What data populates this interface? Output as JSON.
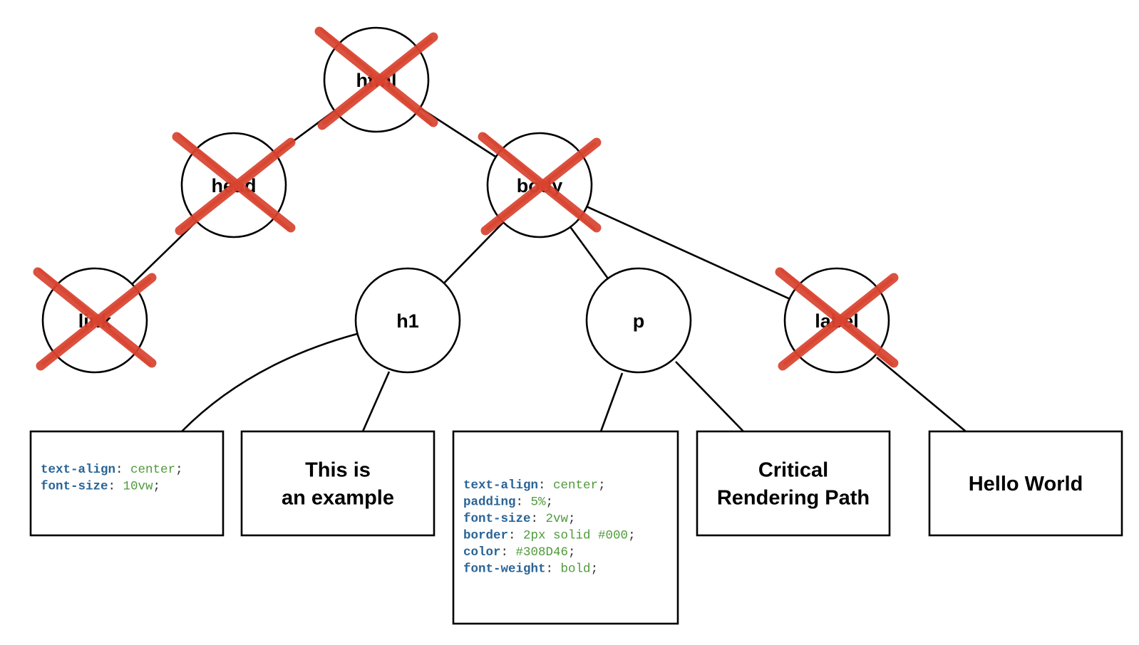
{
  "colors": {
    "stroke": "#000000",
    "cross": "#d9432f",
    "css_property": "#2a6496",
    "css_value": "#4e9a3a",
    "css_punct": "#333333"
  },
  "nodes": [
    {
      "id": "html",
      "label": "html",
      "removed": true
    },
    {
      "id": "head",
      "label": "head",
      "removed": true
    },
    {
      "id": "body",
      "label": "body",
      "removed": true
    },
    {
      "id": "link",
      "label": "link",
      "removed": true
    },
    {
      "id": "h1",
      "label": "h1",
      "removed": false
    },
    {
      "id": "p",
      "label": "p",
      "removed": false
    },
    {
      "id": "label",
      "label": "label",
      "removed": true
    }
  ],
  "boxes": [
    {
      "id": "h1-style",
      "type": "css",
      "lines": [
        {
          "prop": "text-align",
          "value": "center"
        },
        {
          "prop": "font-size",
          "value": "10vw"
        }
      ]
    },
    {
      "id": "h1-text",
      "type": "text",
      "lines": [
        "This is",
        "an example"
      ]
    },
    {
      "id": "p-style",
      "type": "css",
      "lines": [
        {
          "prop": "text-align",
          "value": "center"
        },
        {
          "prop": "padding",
          "value": "5%"
        },
        {
          "prop": "font-size",
          "value": "2vw"
        },
        {
          "prop": "border",
          "value": "2px solid #000"
        },
        {
          "prop": "color",
          "value": "#308D46"
        },
        {
          "prop": "font-weight",
          "value": "bold"
        }
      ]
    },
    {
      "id": "p-text",
      "type": "text",
      "lines": [
        "Critical",
        "Rendering Path"
      ]
    },
    {
      "id": "label-text",
      "type": "text",
      "lines": [
        "Hello World"
      ]
    }
  ],
  "edges": [
    [
      "html",
      "head"
    ],
    [
      "html",
      "body"
    ],
    [
      "head",
      "link"
    ],
    [
      "body",
      "h1"
    ],
    [
      "body",
      "p"
    ],
    [
      "body",
      "label"
    ],
    [
      "h1",
      "h1-style"
    ],
    [
      "h1",
      "h1-text"
    ],
    [
      "p",
      "p-style"
    ],
    [
      "p",
      "p-text"
    ],
    [
      "label",
      "label-text"
    ]
  ]
}
